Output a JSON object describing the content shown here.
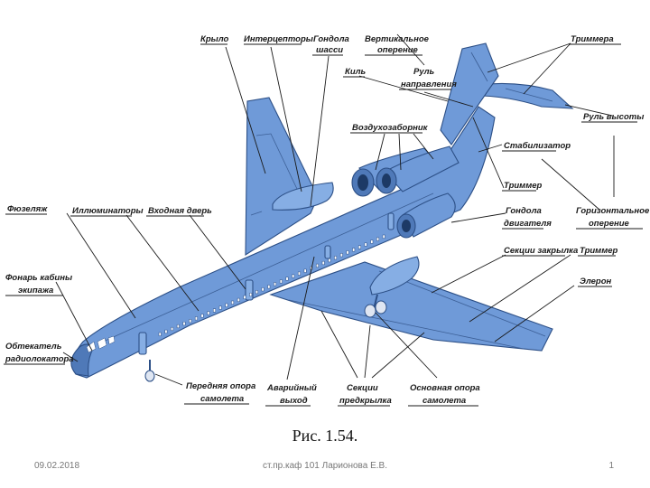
{
  "labels": {
    "wing": "Крыло",
    "spoilers": "Интерцепторы",
    "gear_nacelle_1": "Гондола",
    "gear_nacelle_2": "шасси",
    "vertical_tail_1": "Вертикальное",
    "vertical_tail_2": "оперение",
    "fin": "Киль",
    "rudder_1": "Руль",
    "rudder_2": "направления",
    "trim_tab_top": "Триммера",
    "elevator": "Руль высоты",
    "air_intake": "Воздухозаборник",
    "stabilizer": "Стабилизатор",
    "trim_tab_mid": "Триммер",
    "horizontal_tail_1": "Горизонтальное",
    "horizontal_tail_2": "оперение",
    "engine_nacelle_1": "Гондола",
    "engine_nacelle_2": "двигателя",
    "flap_sections": "Секции закрылка",
    "trim_tab_right": "Триммер",
    "aileron": "Элерон",
    "fuselage": "Фюзеляж",
    "portholes": "Иллюминаторы",
    "entry_door": "Входная дверь",
    "canopy_1": "Фонарь кабины",
    "canopy_2": "экипажа",
    "radome_1": "Обтекатель",
    "radome_2": "радиолокатора",
    "nose_gear_1": "Передняя опора",
    "nose_gear_2": "самолета",
    "emergency_exit_1": "Аварийный",
    "emergency_exit_2": "выход",
    "slat_sections_1": "Секции",
    "slat_sections_2": "предкрылка",
    "main_gear_1": "Основная опора",
    "main_gear_2": "самолета"
  },
  "caption": "Рис. 1.54.",
  "footer": {
    "date": "09.02.2018",
    "center": "ст.пр.каф 101 Ларионова Е.В.",
    "page": "1"
  },
  "colors": {
    "aircraft_skin": "#6f9ad8",
    "aircraft_outline": "#2c4f86",
    "label_text": "#1a1a1a"
  }
}
